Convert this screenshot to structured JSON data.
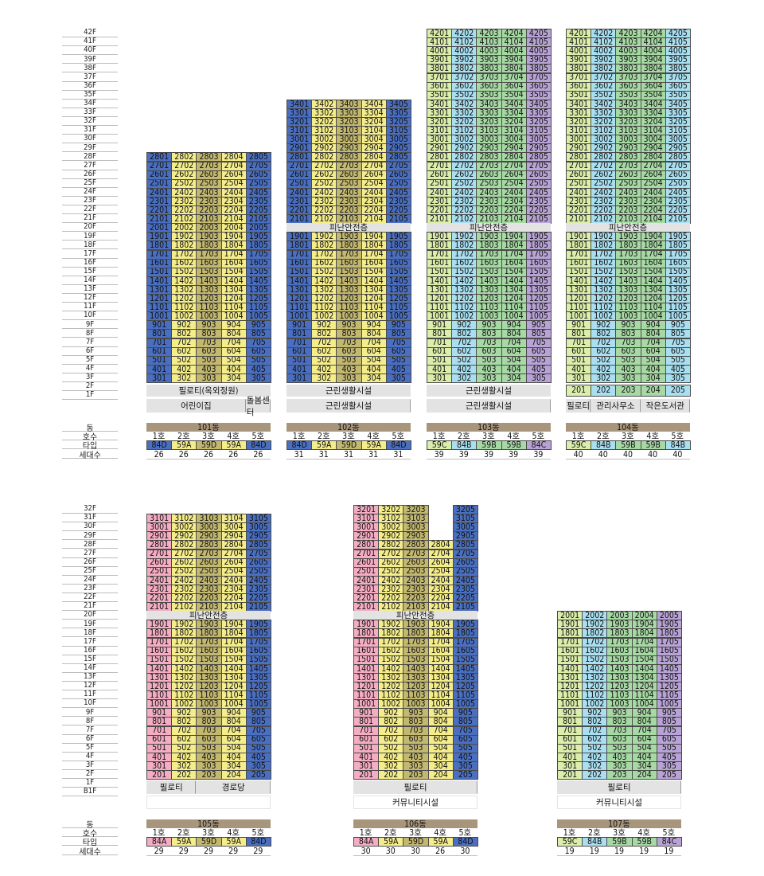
{
  "colors": {
    "84D": "#4a6fc1",
    "59A": "#f4ed8a",
    "59D": "#c3b870",
    "59C": "#dbeeaa",
    "84B": "#a9dff0",
    "59B": "#a7d9a4",
    "84C": "#b9a3d6",
    "84A": "#f5adc4",
    "refuge": "#e3e3e3",
    "header": "#a8967c"
  },
  "floors_top": [
    "42F",
    "41F",
    "40F",
    "39F",
    "38F",
    "37F",
    "36F",
    "35F",
    "34F",
    "33F",
    "32F",
    "31F",
    "30F",
    "29F",
    "28F",
    "27F",
    "26F",
    "25F",
    "24F",
    "23F",
    "22F",
    "21F",
    "20F",
    "19F",
    "18F",
    "17F",
    "16F",
    "15F",
    "14F",
    "13F",
    "12F",
    "11F",
    "10F",
    "9F",
    "8F",
    "7F",
    "6F",
    "5F",
    "4F",
    "3F",
    "2F",
    "1F"
  ],
  "floors_bottom": [
    "32F",
    "31F",
    "30F",
    "29F",
    "28F",
    "27F",
    "26F",
    "25F",
    "24F",
    "23F",
    "22F",
    "21F",
    "20F",
    "19F",
    "18F",
    "17F",
    "16F",
    "15F",
    "14F",
    "13F",
    "12F",
    "11F",
    "10F",
    "9F",
    "8F",
    "7F",
    "6F",
    "5F",
    "4F",
    "3F",
    "2F",
    "1F",
    "B1F"
  ],
  "legend_labels": {
    "dong": "동",
    "ho": "호수",
    "type": "타입",
    "count": "세대수"
  },
  "refuge_label": "피난안전층",
  "ho_labels": [
    "1호",
    "2호",
    "3호",
    "4호",
    "5호"
  ],
  "buildings": [
    {
      "dong": "101동",
      "types": [
        "84D",
        "59A",
        "59D",
        "59A",
        "84D"
      ],
      "counts": [
        "26",
        "26",
        "26",
        "26",
        "26"
      ],
      "top_floor": 28,
      "first_floor": 3,
      "refuge_floor": null,
      "extra_unit_floors": [],
      "extra_units": [],
      "missing": [],
      "ground": [
        {
          "label": "필로티(옥외정원)",
          "span": 5,
          "fill": "gray"
        },
        {
          "label": "어린이집",
          "span": 4,
          "fill": "gray"
        },
        {
          "label": "돌봄센터",
          "span": 1,
          "fill": "gray"
        }
      ]
    },
    {
      "dong": "102동",
      "types": [
        "84D",
        "59A",
        "59D",
        "59A",
        "84D"
      ],
      "counts": [
        "31",
        "31",
        "31",
        "31",
        "31"
      ],
      "top_floor": 34,
      "first_floor": 3,
      "refuge_floor": 20,
      "extra_unit_floors": [],
      "extra_units": [],
      "missing": [],
      "ground": [
        {
          "label": "근린생활시설",
          "span": 5,
          "fill": "gray"
        },
        {
          "label": "근린생활시설",
          "span": 5,
          "fill": "gray"
        }
      ]
    },
    {
      "dong": "103동",
      "types": [
        "59C",
        "84B",
        "59B",
        "59B",
        "84C"
      ],
      "counts": [
        "39",
        "39",
        "39",
        "39",
        "39"
      ],
      "top_floor": 42,
      "first_floor": 3,
      "refuge_floor": 20,
      "extra_unit_floors": [],
      "extra_units": [],
      "missing": [],
      "ground": [
        {
          "label": "근린생활시설",
          "span": 5,
          "fill": "gray"
        },
        {
          "label": "근린생활시설",
          "span": 5,
          "fill": "gray"
        }
      ]
    },
    {
      "dong": "104동",
      "types": [
        "59C",
        "84B",
        "59B",
        "59B",
        "84B"
      ],
      "counts": [
        "40",
        "40",
        "40",
        "40",
        "40"
      ],
      "top_floor": 42,
      "first_floor": 3,
      "refuge_floor": 20,
      "extra_unit_floors": [
        "201",
        "202",
        "203",
        "204",
        "205"
      ],
      "extra_units": [],
      "missing": [],
      "ground": [
        {
          "label": "필로티",
          "span": 1,
          "fill": "gray"
        },
        {
          "label": "관리사무소",
          "span": 2,
          "fill": "gray"
        },
        {
          "label": "작은도서관",
          "span": 2,
          "fill": "gray"
        }
      ]
    },
    {
      "dong": "105동",
      "types": [
        "84A",
        "59A",
        "59D",
        "59A",
        "84D"
      ],
      "counts": [
        "29",
        "29",
        "29",
        "29",
        "29"
      ],
      "top_floor": 31,
      "first_floor": 2,
      "refuge_floor": 20,
      "extra_unit_floors": [],
      "extra_units": [],
      "missing": [],
      "ground": [
        {
          "label": "필로티",
          "span": 2,
          "fill": "gray"
        },
        {
          "label": "경로당",
          "span": 3,
          "fill": "gray"
        },
        {
          "label": "",
          "span": 5,
          "fill": "white"
        }
      ]
    },
    {
      "dong": "106동",
      "types": [
        "84A",
        "59A",
        "59D",
        "59A",
        "84D"
      ],
      "counts": [
        "30",
        "30",
        "30",
        "26",
        "30"
      ],
      "top_floor": 32,
      "first_floor": 2,
      "refuge_floor": 20,
      "extra_unit_floors": [],
      "extra_units": [],
      "missing": [
        "3204",
        "3104",
        "3004",
        "2904"
      ],
      "ground": [
        {
          "label": "필로티",
          "span": 5,
          "fill": "gray"
        },
        {
          "label": "커뮤니티시설",
          "span": 5,
          "fill": "white"
        }
      ]
    },
    {
      "dong": "107동",
      "types": [
        "59C",
        "84B",
        "59B",
        "59B",
        "84C"
      ],
      "counts": [
        "19",
        "19",
        "19",
        "19",
        "19"
      ],
      "top_floor": 20,
      "first_floor": 2,
      "refuge_floor": null,
      "extra_unit_floors": [],
      "extra_units": [],
      "missing": [],
      "ground": [
        {
          "label": "필로티",
          "span": 5,
          "fill": "gray"
        },
        {
          "label": "커뮤니티시설",
          "span": 5,
          "fill": "white"
        }
      ]
    }
  ]
}
